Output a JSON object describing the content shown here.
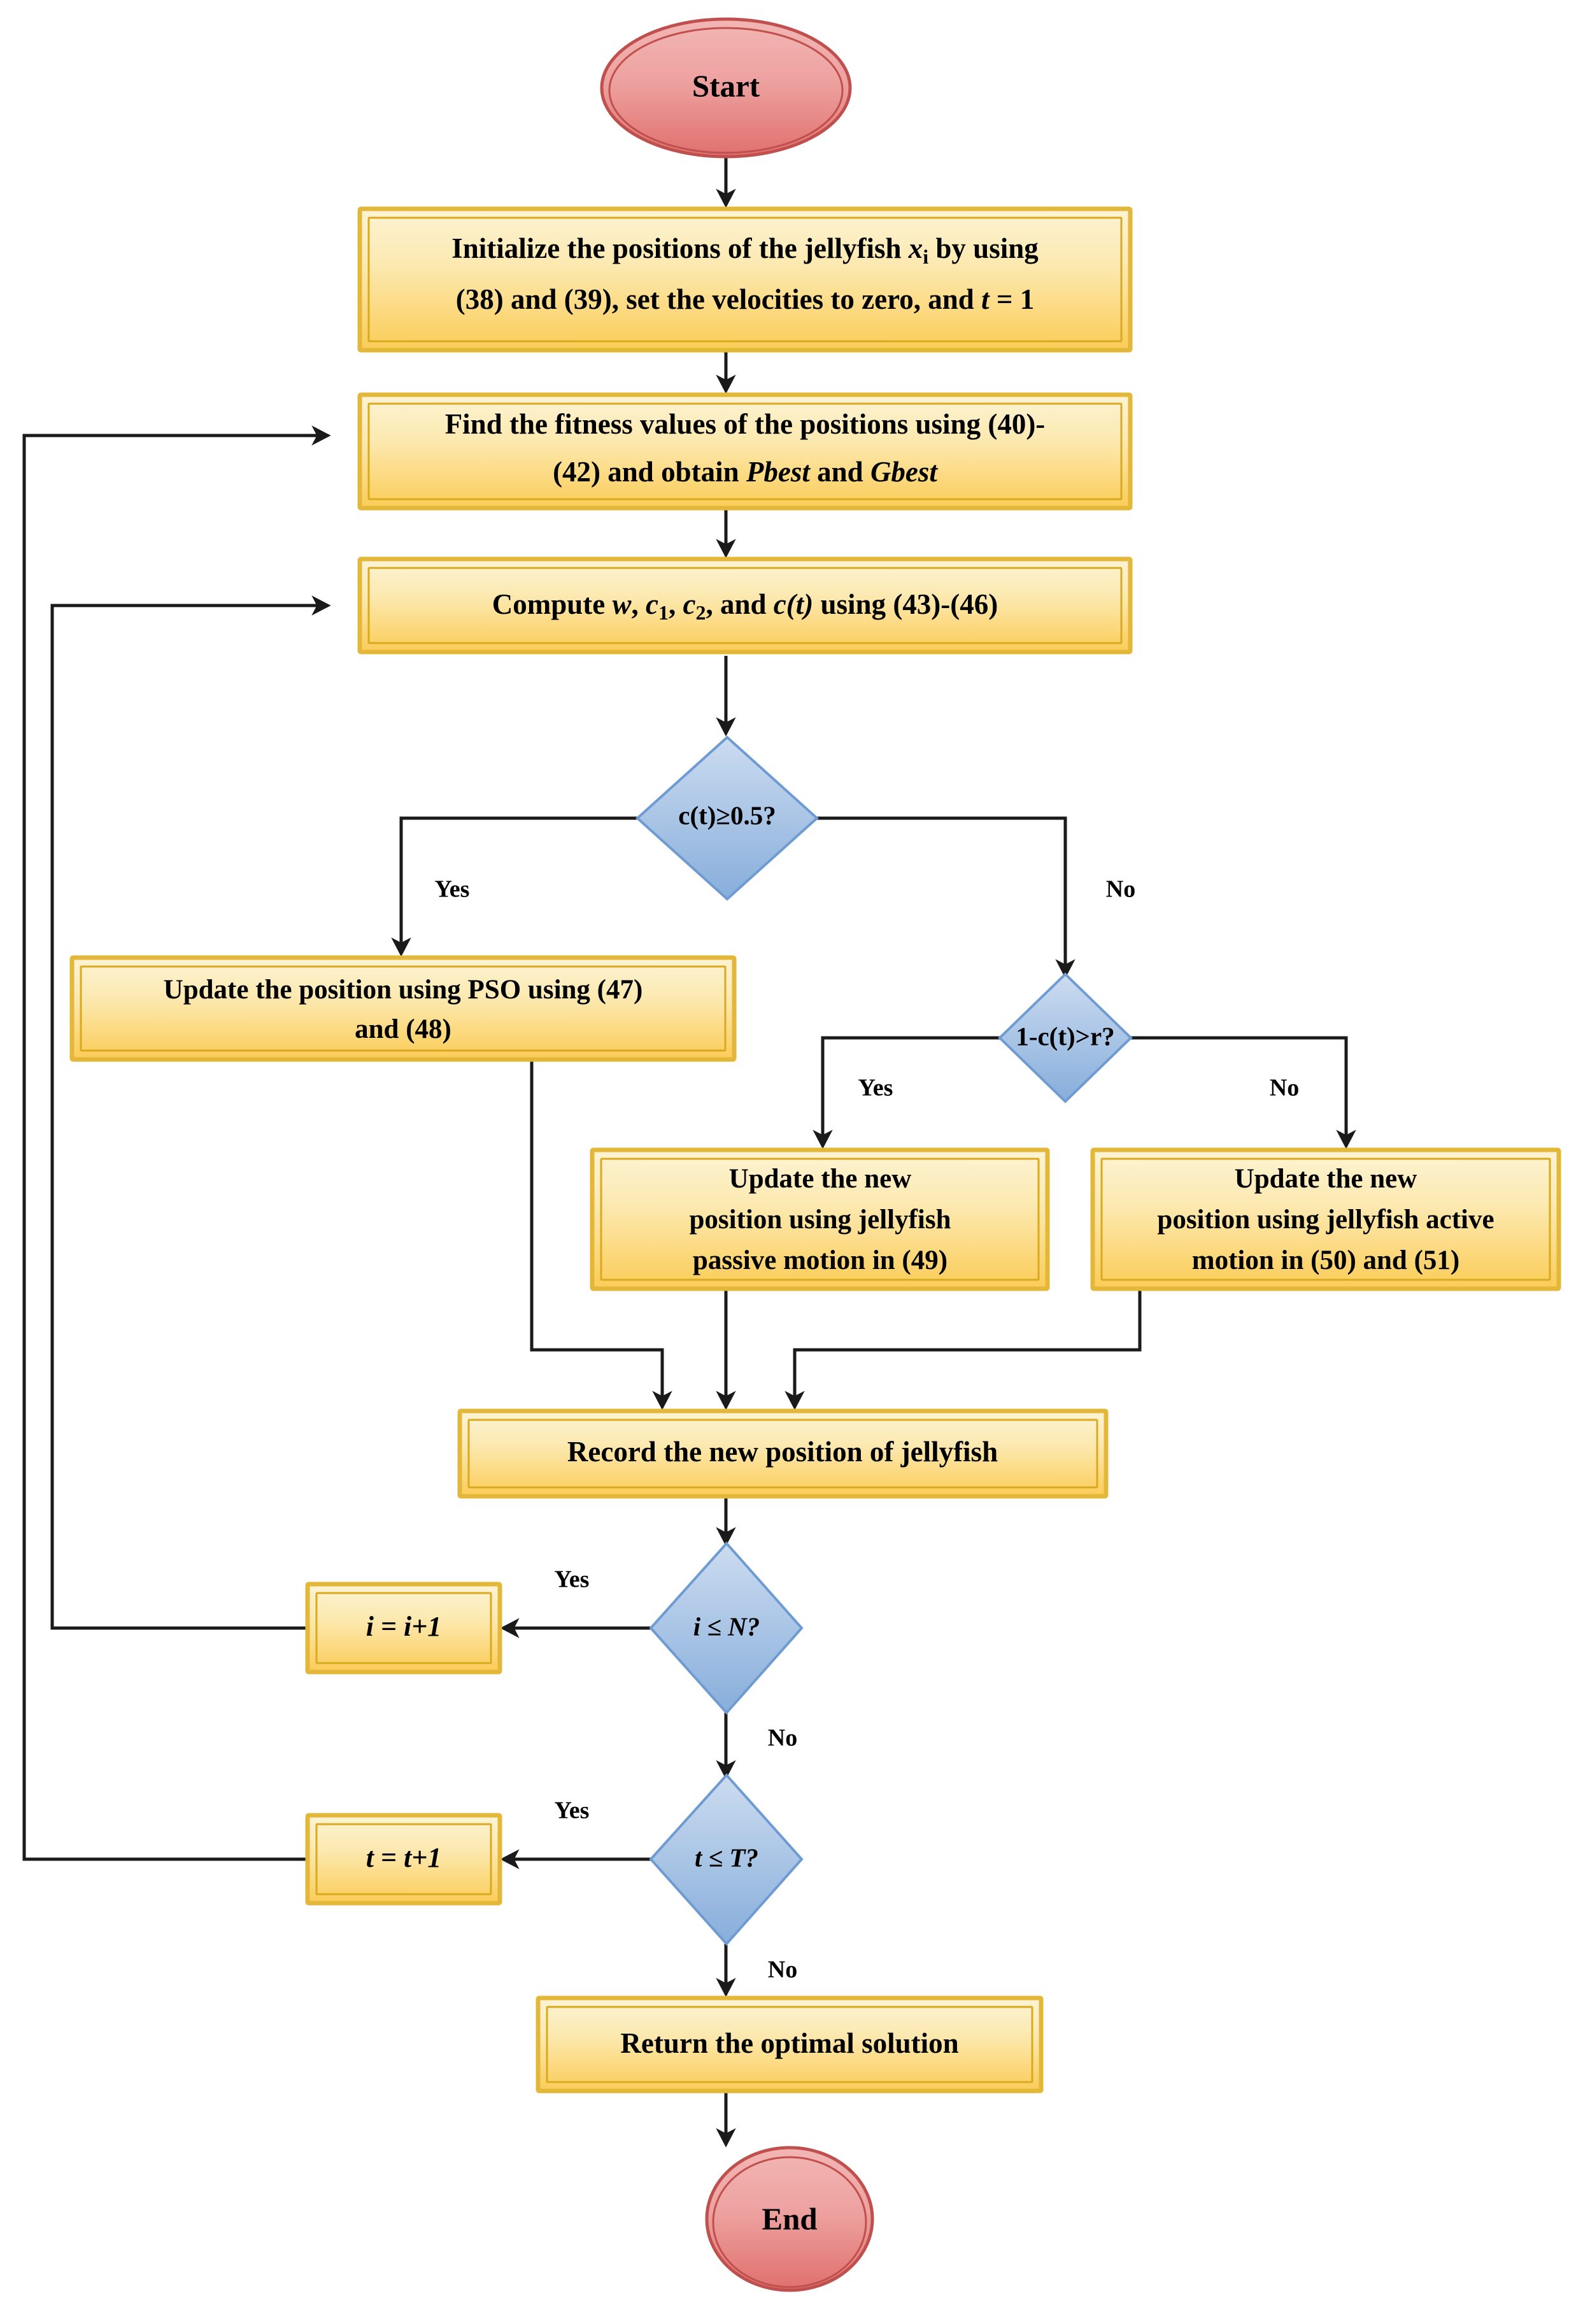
{
  "diagram": {
    "title": "Hybrid PSO-Jellyfish Search Optimization Flowchart",
    "colors": {
      "terminal_fill_top": "#efa8a6",
      "terminal_fill_bottom": "#e2716f",
      "terminal_stroke": "#c0504d",
      "process_fill_top": "#fdf2cd",
      "process_fill_bottom": "#fbcf5f",
      "process_stroke": "#e3b83a",
      "process_inner_stroke": "#d9a91f",
      "decision_fill_top": "#c3d8ef",
      "decision_fill_bottom": "#8ab0dc",
      "decision_stroke": "#6e9bd1",
      "connector": "#1a1a1a",
      "text": "#000000"
    }
  },
  "nodes": {
    "start": {
      "label": "Start",
      "shape": "terminal"
    },
    "init": {
      "shape": "process",
      "lines": [
        {
          "segments": [
            {
              "t": "Initialize the positions of the jellyfish "
            },
            {
              "t": "x",
              "style": "italic"
            },
            {
              "t": "i",
              "style": "sub"
            },
            {
              "t": " by using"
            }
          ]
        },
        {
          "segments": [
            {
              "t": "(38) and (39), set the velocities to zero, and "
            },
            {
              "t": "t",
              "style": "italic"
            },
            {
              "t": " = 1"
            }
          ]
        }
      ],
      "plain": "Initialize the positions of the jellyfish xi by using (38) and (39), set the velocities to zero, and t = 1"
    },
    "fitness": {
      "shape": "process",
      "lines": [
        {
          "segments": [
            {
              "t": "Find the fitness values of the positions using (40)-"
            }
          ]
        },
        {
          "segments": [
            {
              "t": "(42) and obtain "
            },
            {
              "t": "Pbest",
              "style": "italic"
            },
            {
              "t": " and "
            },
            {
              "t": "Gbest",
              "style": "italic"
            }
          ]
        }
      ],
      "plain": "Find the fitness values of the positions using (40)-(42) and obtain Pbest and Gbest"
    },
    "compute": {
      "shape": "process",
      "lines": [
        {
          "segments": [
            {
              "t": "Compute "
            },
            {
              "t": "w",
              "style": "italic"
            },
            {
              "t": ", "
            },
            {
              "t": "c",
              "style": "italic"
            },
            {
              "t": "1",
              "style": "sub"
            },
            {
              "t": ", "
            },
            {
              "t": "c",
              "style": "italic"
            },
            {
              "t": "2",
              "style": "sub"
            },
            {
              "t": ", and "
            },
            {
              "t": "c(t)",
              "style": "italic"
            },
            {
              "t": " using (43)-(46)"
            }
          ]
        }
      ],
      "plain": "Compute w, c1, c2, and c(t) using (43)-(46)"
    },
    "decision_ct": {
      "shape": "decision",
      "label": "c(t)≥0.5?",
      "plain": "c(t)>=0.5?"
    },
    "decision_r": {
      "shape": "decision",
      "label": "1-c(t)>r?",
      "plain": "1-c(t)>r?"
    },
    "pso": {
      "shape": "process",
      "lines": [
        {
          "segments": [
            {
              "t": "Update the position using PSO using (47)"
            }
          ]
        },
        {
          "segments": [
            {
              "t": "and (48)"
            }
          ]
        }
      ],
      "plain": "Update the position using PSO using (47) and (48)"
    },
    "passive": {
      "shape": "process",
      "lines": [
        {
          "segments": [
            {
              "t": "Update the new"
            }
          ]
        },
        {
          "segments": [
            {
              "t": "position using jellyfish"
            }
          ]
        },
        {
          "segments": [
            {
              "t": "passive motion in (49)"
            }
          ]
        }
      ],
      "plain": "Update the new position using jellyfish passive motion in (49)"
    },
    "active": {
      "shape": "process",
      "lines": [
        {
          "segments": [
            {
              "t": "Update the new"
            }
          ]
        },
        {
          "segments": [
            {
              "t": "position using jellyfish active"
            }
          ]
        },
        {
          "segments": [
            {
              "t": "motion in (50) and (51)"
            }
          ]
        }
      ],
      "plain": "Update the new position using jellyfish active motion in (50) and (51)"
    },
    "record": {
      "shape": "process",
      "lines": [
        {
          "segments": [
            {
              "t": "Record the new position of jellyfish"
            }
          ]
        }
      ],
      "plain": "Record the new position of jellyfish"
    },
    "decision_i": {
      "shape": "decision",
      "label": "i ≤ N?",
      "plain": "i <= N?"
    },
    "inc_i": {
      "shape": "process",
      "label": "i = i+1",
      "plain": "i = i+1"
    },
    "decision_t": {
      "shape": "decision",
      "label": "t ≤ T?",
      "plain": "t <= T?"
    },
    "inc_t": {
      "shape": "process",
      "label": "t = t+1",
      "plain": "t = t+1"
    },
    "return": {
      "shape": "process",
      "lines": [
        {
          "segments": [
            {
              "t": "Return the optimal solution"
            }
          ]
        }
      ],
      "plain": "Return the optimal solution"
    },
    "end": {
      "label": "End",
      "shape": "terminal"
    }
  },
  "edge_labels": {
    "ct_yes": "Yes",
    "ct_no": "No",
    "r_yes": "Yes",
    "r_no": "No",
    "i_yes": "Yes",
    "i_no": "No",
    "t_yes": "Yes",
    "t_no": "No"
  }
}
